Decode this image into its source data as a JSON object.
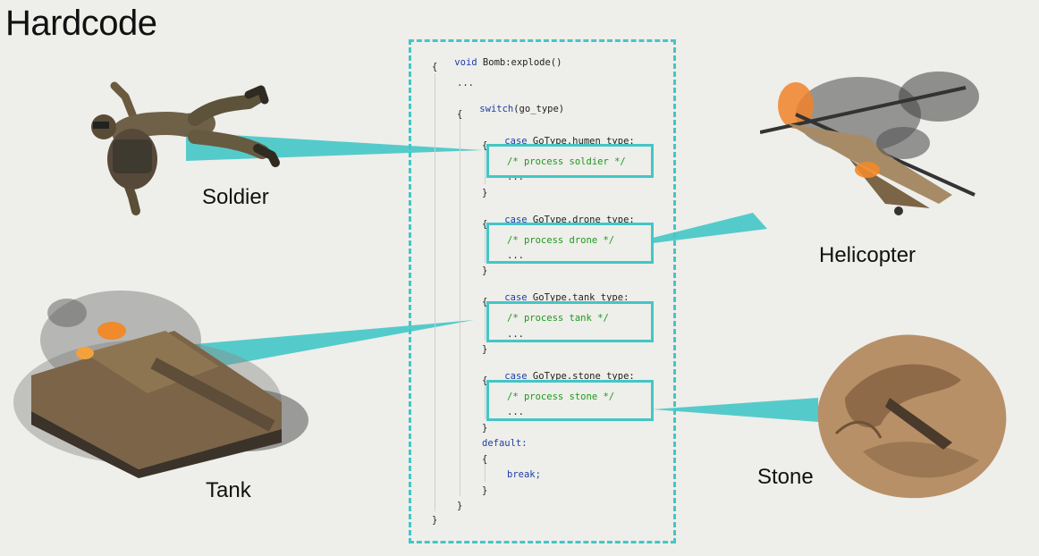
{
  "title": "Hardcode",
  "labels": {
    "soldier": "Soldier",
    "tank": "Tank",
    "helicopter": "Helicopter",
    "stone": "Stone"
  },
  "code": {
    "func_kw": "void",
    "func_sig": "Bomb:explode()",
    "open_brace": "{",
    "close_brace": "}",
    "ellipsis": "...",
    "switch_kw": "switch",
    "switch_arg": "(go_type)",
    "case_kw": "case",
    "case_soldier": "GoType.humen_type:",
    "case_drone": "GoType.drone_type:",
    "case_tank": "GoType.tank_type:",
    "case_stone": "GoType.stone_type:",
    "comment_soldier": "/* process soldier */",
    "comment_drone": "/* process drone */",
    "comment_tank": "/* process tank */",
    "comment_stone": "/* process stone */",
    "default_kw": "default:",
    "break_kw": "break;"
  },
  "colors": {
    "accent": "#43c6c6",
    "keyword": "#1d3da8",
    "comment": "#1c9a1c"
  }
}
